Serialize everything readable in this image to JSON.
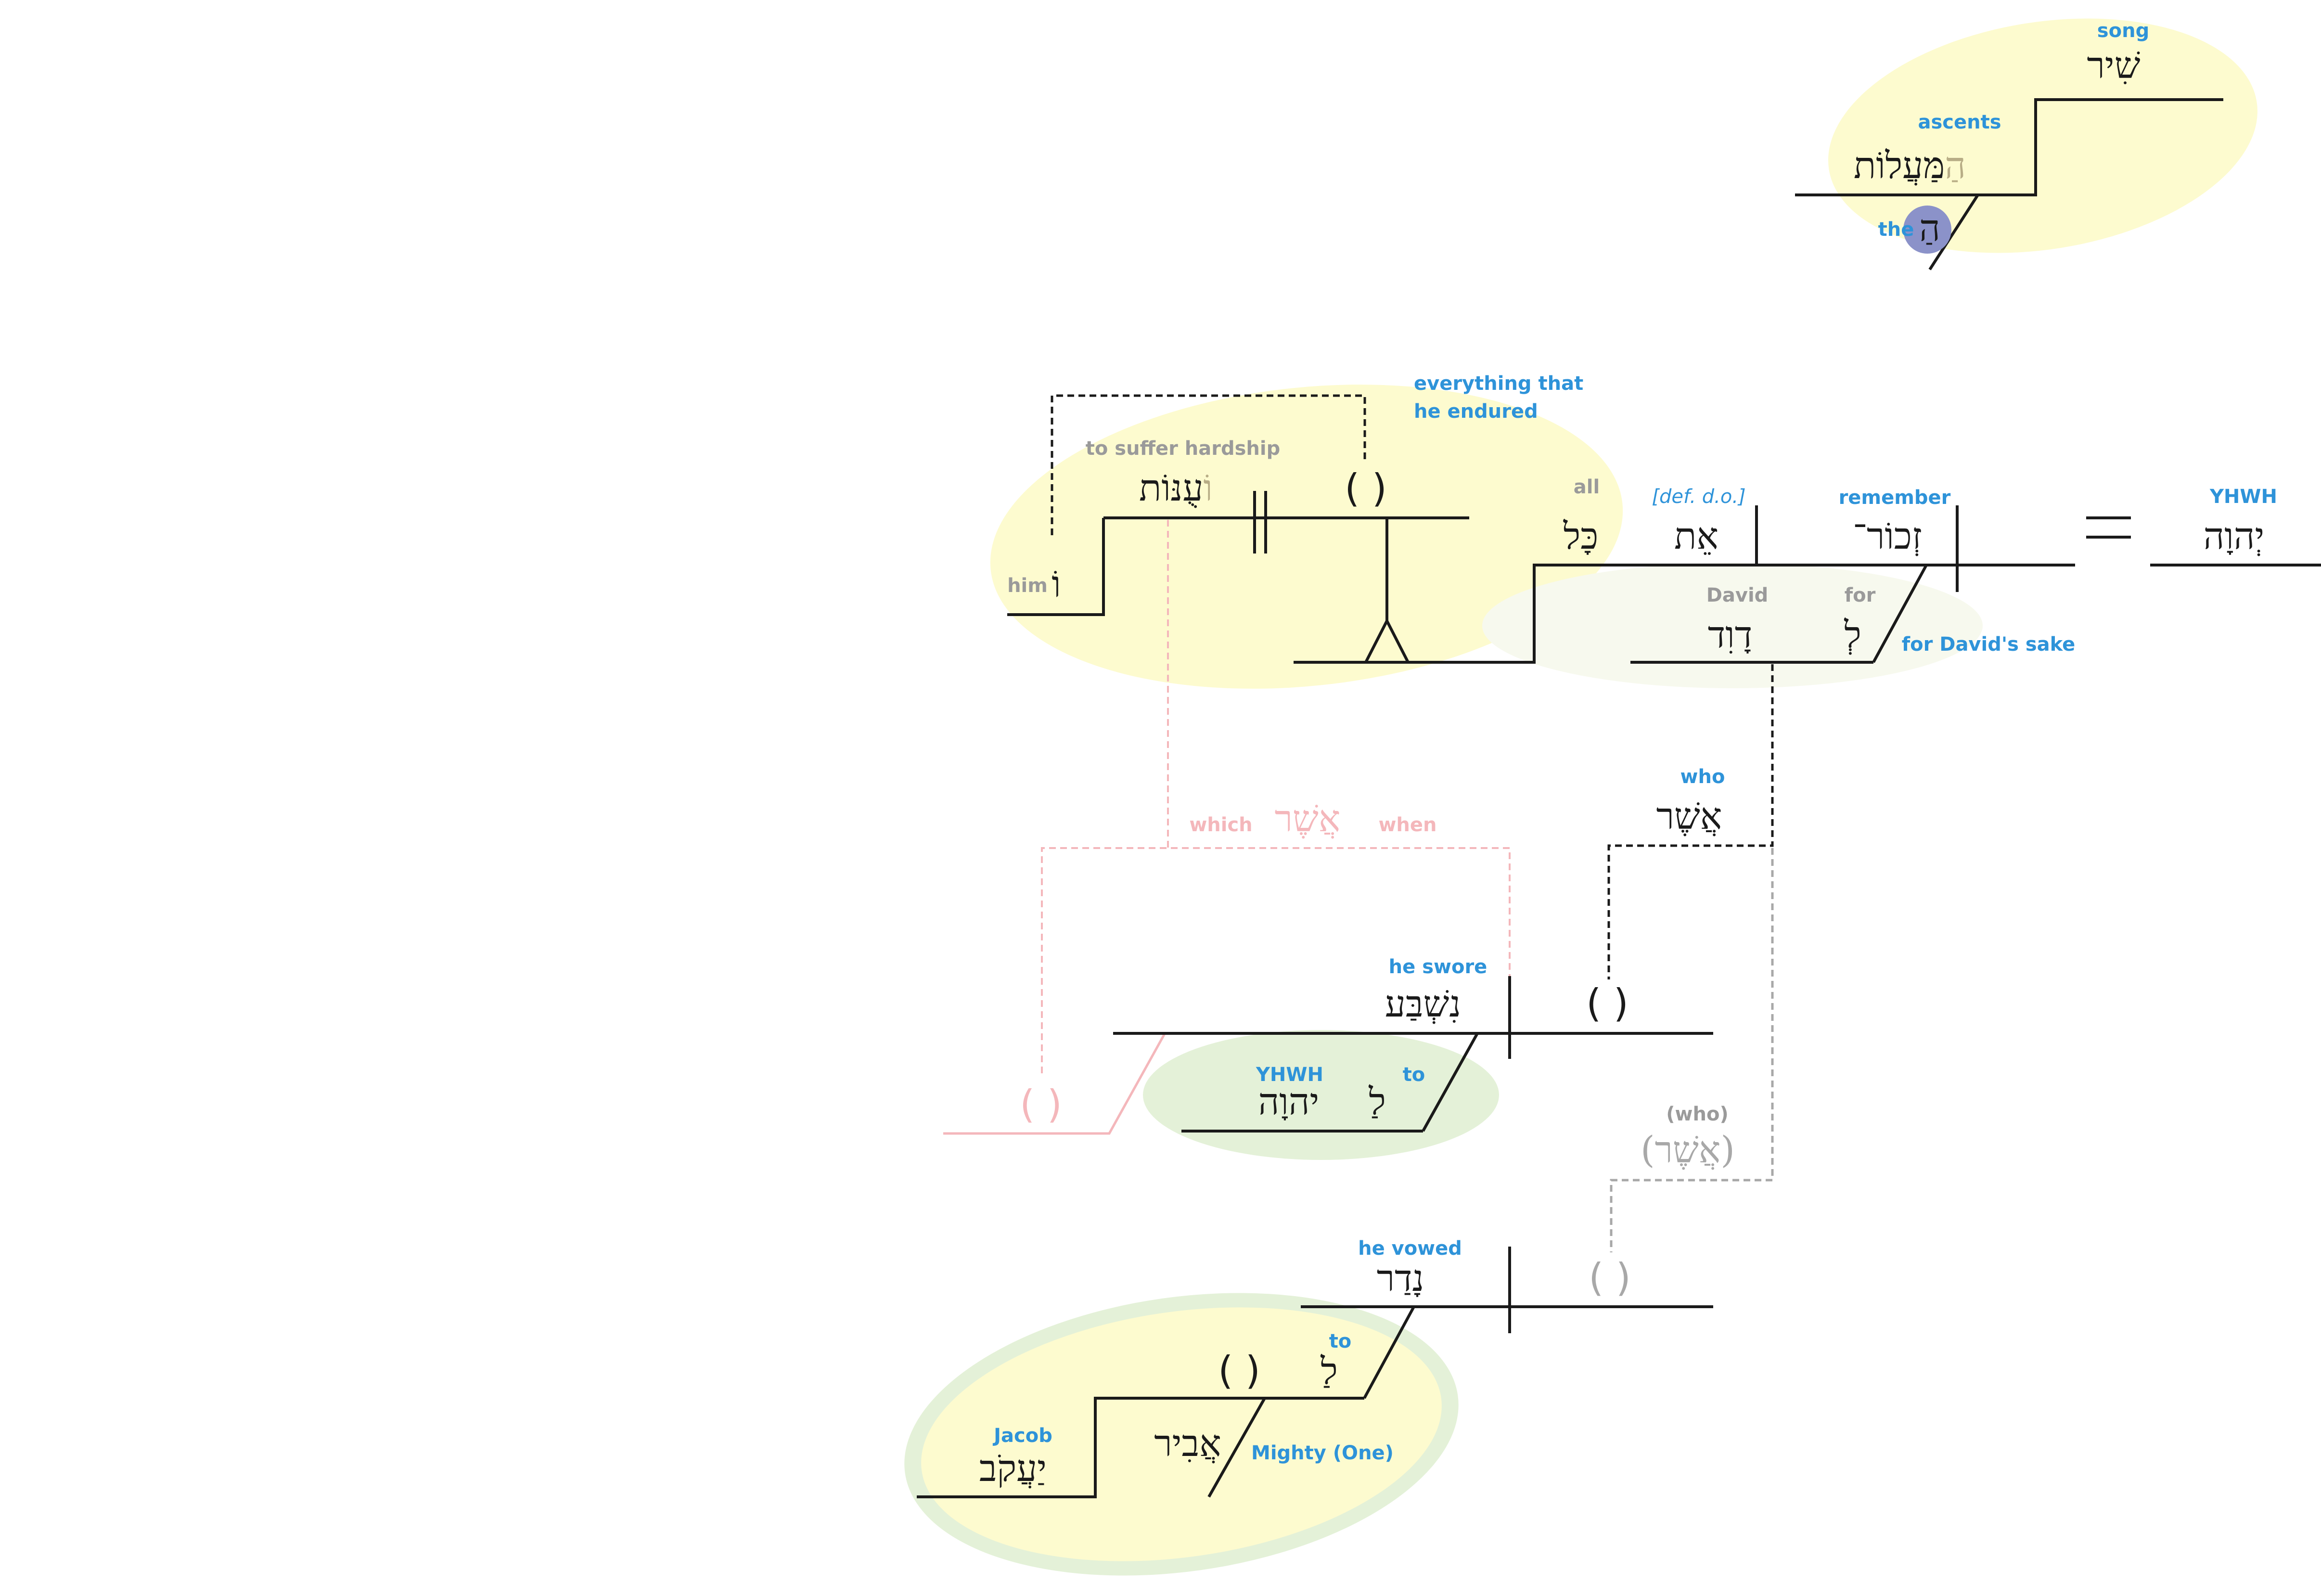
{
  "colors": {
    "gloss_blue": "#2e93d9",
    "gloss_grey": "#9a9a9a",
    "relative_pink": "#f4b7bb",
    "highlight_yellow": "#fdfbcf",
    "highlight_green": "#e4f1d8",
    "prefix_tan": "#b8ad86",
    "article_circle": "#8b92c9"
  },
  "title_block": {
    "song_gloss": "song",
    "song_heb": "שִׁיר",
    "ascents_gloss": "ascents",
    "ascents_heb_article": "הַ",
    "ascents_heb_stem": "מַּעֲלוֹת",
    "the_gloss": "the",
    "the_heb": "הַ"
  },
  "main_clause": {
    "yhwh_gloss": "YHWH",
    "yhwh_heb": "יְהוָה",
    "equals_sign": "=",
    "remember_gloss": "remember",
    "remember_heb": "זְכוֹר־",
    "defdo_gloss": "[def. d.o.]",
    "defdo_heb": "אֵת",
    "all_gloss": "all",
    "all_heb": "כָּל",
    "for_gloss": "for",
    "for_heb": "לְ",
    "david_gloss": "David",
    "david_heb": "דָוִד",
    "for_david_gloss": "for David's sake",
    "everything_gloss_1": "everything that",
    "everything_gloss_2": "he endured",
    "hardship_gloss": "to suffer hardship",
    "hardship_heb_stem": "עֻנּוֹת",
    "hardship_heb_suffix": "וֹ",
    "him_gloss": "him",
    "him_heb": "וֹ",
    "empty_slot": "( )"
  },
  "relative_pink": {
    "which_gloss": "which",
    "asher_heb": "אֲשֶׁר",
    "when_gloss": "when",
    "empty_slot": "( )"
  },
  "clause_swore": {
    "who_gloss": "who",
    "who_heb": "אֲשֶׁר",
    "swore_gloss": "he swore",
    "swore_heb": "נִשְׁבַּע",
    "subject_slot": "( )",
    "yhwh_gloss": "YHWH",
    "yhwh_heb": "יהוָה",
    "to_gloss": "to",
    "to_heb": "לַ"
  },
  "clause_vowed": {
    "who_gloss": "(who)",
    "who_heb": "(אֲשֶׁר)",
    "vowed_gloss": "he vowed",
    "vowed_heb": "נָדַר",
    "subject_slot": "( )",
    "to_gloss": "to",
    "to_heb": "לַ",
    "to_slot": "( )",
    "mighty_gloss": "Mighty (One)",
    "mighty_heb": "אֲבִיר",
    "jacob_gloss": "Jacob",
    "jacob_heb": "יַעֲקֹב"
  }
}
